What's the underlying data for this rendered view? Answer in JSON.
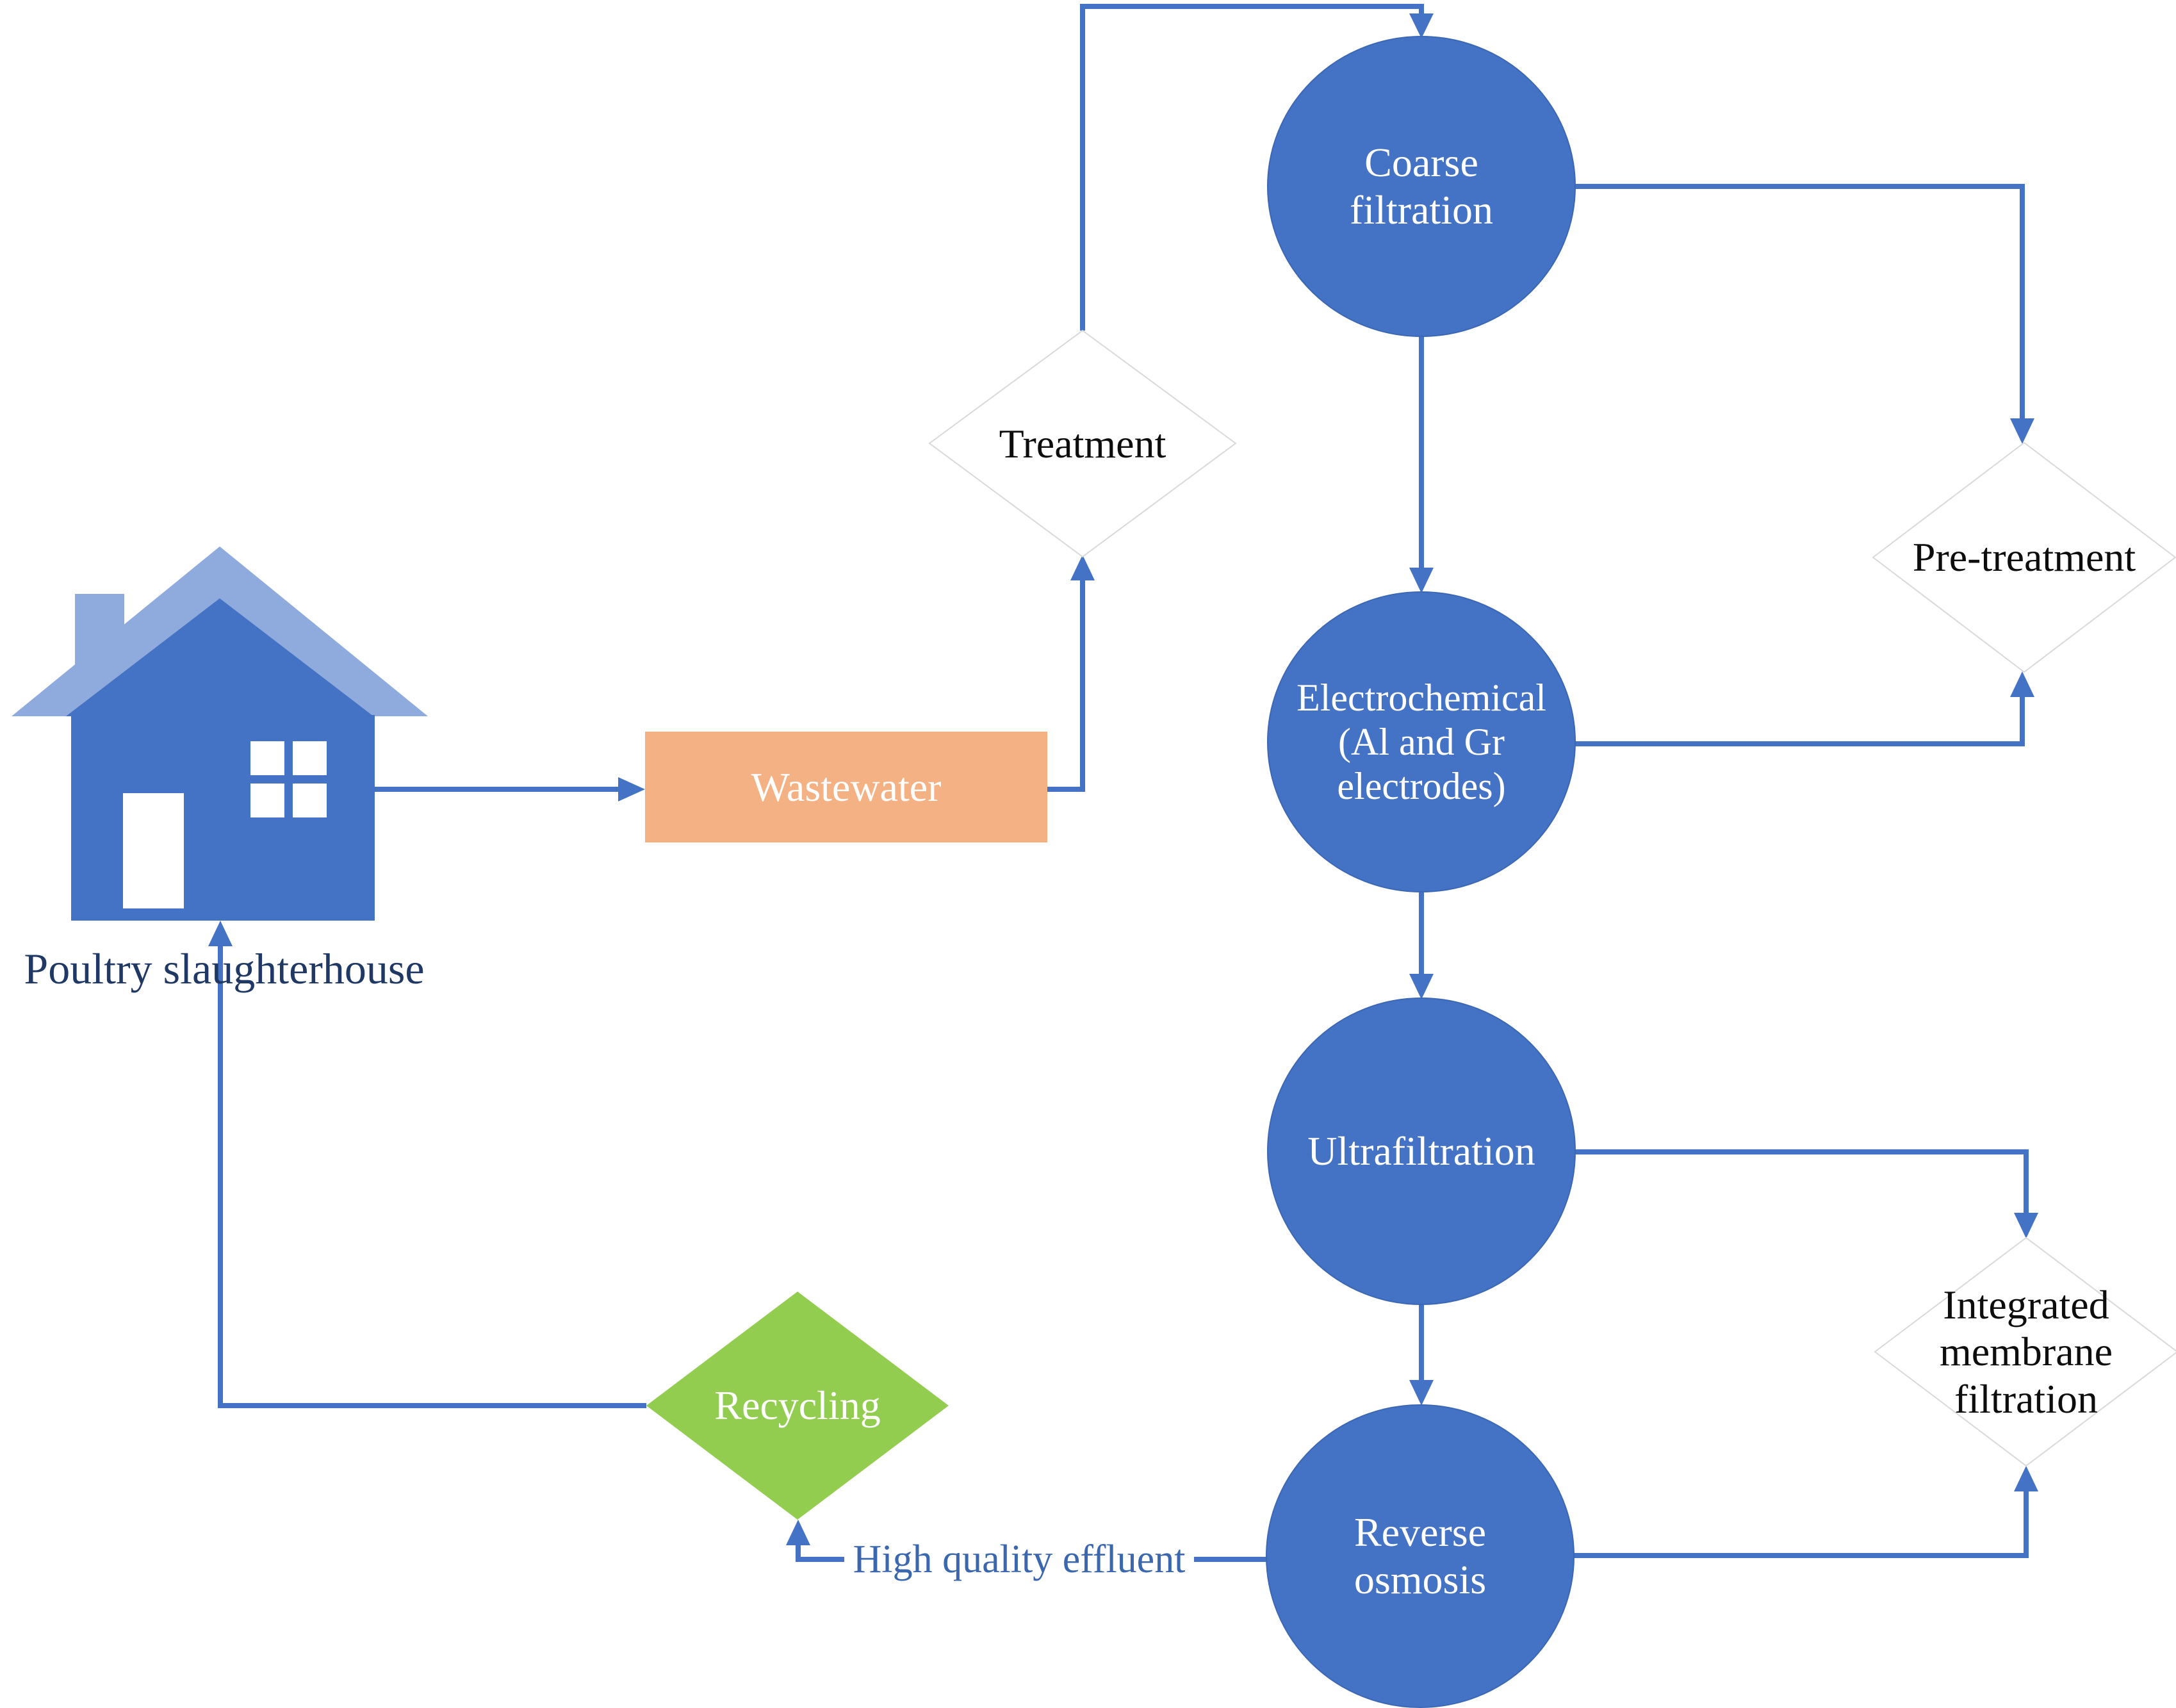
{
  "figure": {
    "title": "Poultry slaughterhouse wastewater treatment flow diagram",
    "nodes": {
      "poultry_slaughterhouse": {
        "label": "Poultry slaughterhouse",
        "shape": "house-icon"
      },
      "wastewater": {
        "label": "Wastewater",
        "shape": "rectangle",
        "fill": "#F4B183"
      },
      "treatment": {
        "label": "Treatment",
        "shape": "diamond",
        "fill": "#FFFFFF"
      },
      "coarse_filtration": {
        "label": "Coarse filtration",
        "shape": "circle",
        "fill": "#4472C4"
      },
      "pre_treatment": {
        "label": "Pre-treatment",
        "shape": "diamond",
        "fill": "#FFFFFF"
      },
      "electrochemical": {
        "label": "Electrochemical (Al and Gr electrodes)",
        "shape": "circle",
        "fill": "#4472C4"
      },
      "ultrafiltration": {
        "label": "Ultrafiltration",
        "shape": "circle",
        "fill": "#4472C4"
      },
      "integrated_membrane_filtration": {
        "label": "Integrated membrane filtration",
        "shape": "diamond",
        "fill": "#FFFFFF"
      },
      "reverse_osmosis": {
        "label": "Reverse osmosis",
        "shape": "circle",
        "fill": "#4472C4"
      },
      "recycling": {
        "label": "Recycling",
        "shape": "diamond",
        "fill": "#92CD50"
      }
    },
    "edge_label": {
      "high_quality_effluent": "High quality effluent"
    },
    "edges": [
      {
        "from": "poultry_slaughterhouse",
        "to": "wastewater"
      },
      {
        "from": "wastewater",
        "to": "treatment"
      },
      {
        "from": "treatment",
        "to": "coarse_filtration"
      },
      {
        "from": "coarse_filtration",
        "to": "electrochemical"
      },
      {
        "from": "coarse_filtration",
        "to": "pre_treatment"
      },
      {
        "from": "electrochemical",
        "to": "pre_treatment"
      },
      {
        "from": "electrochemical",
        "to": "ultrafiltration"
      },
      {
        "from": "ultrafiltration",
        "to": "integrated_membrane_filtration"
      },
      {
        "from": "ultrafiltration",
        "to": "reverse_osmosis"
      },
      {
        "from": "reverse_osmosis",
        "to": "integrated_membrane_filtration"
      },
      {
        "from": "reverse_osmosis",
        "to": "recycling",
        "label": "High quality effluent"
      },
      {
        "from": "recycling",
        "to": "poultry_slaughterhouse"
      }
    ],
    "colors": {
      "node_blue": "#4472C4",
      "connector_blue": "#4472C4",
      "orange": "#F4B183",
      "green": "#92CD50",
      "roof_light_blue": "#8FAADC",
      "diamond_border_gray": "#D9D9D9",
      "poultry_label_navy": "#1F3864",
      "effluent_label_blue": "#3A67AE"
    }
  }
}
